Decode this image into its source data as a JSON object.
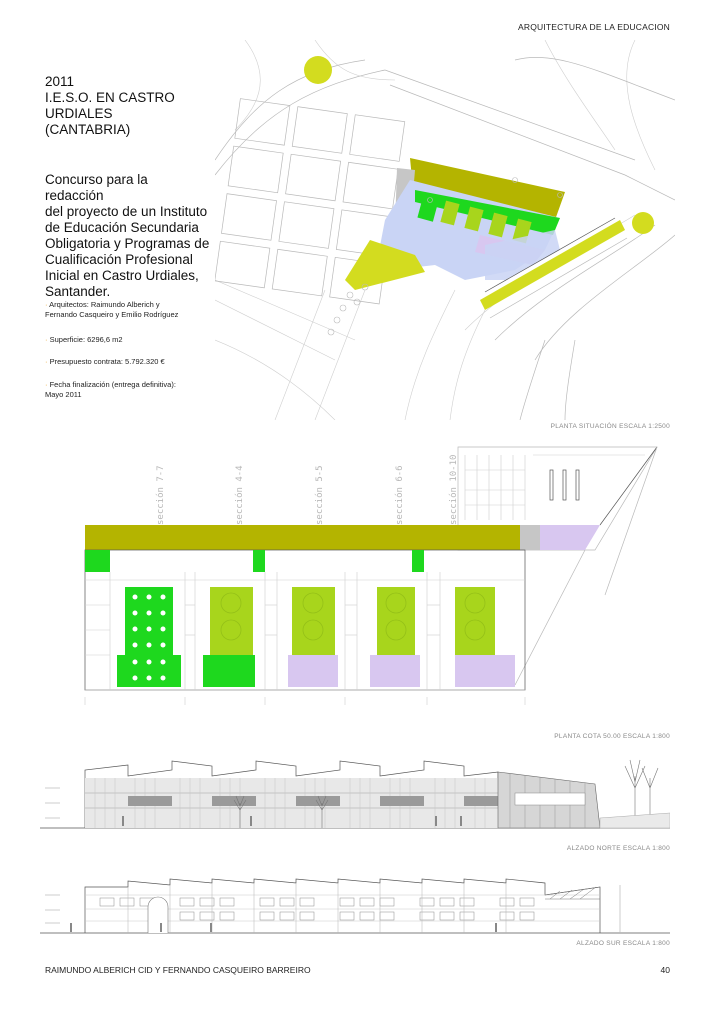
{
  "header": {
    "section_title": "ARQUITECTURA DE LA EDUCACION"
  },
  "project": {
    "title_lines": [
      "2011",
      "I.E.S.O. EN CASTRO",
      "URDIALES",
      "(CANTABRIA)"
    ],
    "description_lines": [
      "Concurso para la redacción",
      "del proyecto de un Instituto",
      "de Educación Secundaria",
      "Obligatoria y Programas de",
      "Cualificación Profesional",
      "Inicial en Castro Urdiales,",
      "Santander."
    ],
    "architects_lines": [
      "Arquitectos: Raimundo Alberich y",
      "Fernando Casqueiro y Emilio Rodríguez"
    ],
    "area": "Superficie: 6296,6 m2",
    "budget": "Presupuesto contrata: 5.792.320 €",
    "completion_lines": [
      "Fecha finalización (entrega definitiva):",
      "Mayo 2011"
    ]
  },
  "drawings": {
    "site_plan_caption": "PLANTA SITUACIÓN ESCALA 1:2500",
    "floor_plan_caption": "PLANTA COTA 50.00  ESCALA 1:800",
    "north_elevation_caption": "ALZADO NORTE ESCALA 1:800",
    "south_elevation_caption": "ALZADO SUR ESCALA 1:800",
    "section_labels": [
      "sección 7-7",
      "sección 4-4",
      "sección 5-5",
      "sección 6-6",
      "sección 10-10"
    ]
  },
  "colors": {
    "olive": "#b4b400",
    "yellow": "#d3dc1f",
    "lime": "#a8d51c",
    "green": "#1ed81e",
    "lavender": "#d8c7f0",
    "light_blue": "#c9d4f5",
    "gray": "#c6c6c6",
    "road": "#d0d0d0"
  },
  "footer": {
    "authors": "RAIMUNDO ALBERICH CID Y FERNANDO CASQUEIRO BARREIRO",
    "page_number": "40"
  }
}
